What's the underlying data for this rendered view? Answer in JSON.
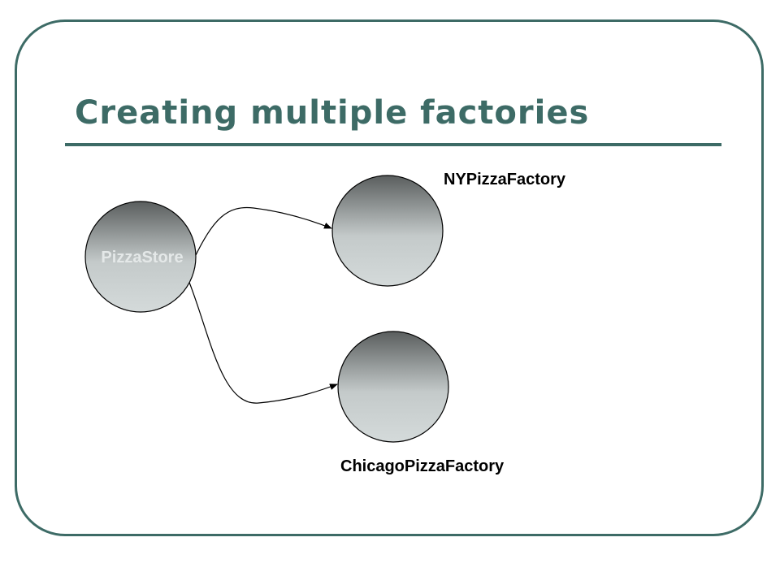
{
  "slide": {
    "title": "Creating multiple factories"
  },
  "diagram": {
    "nodes": [
      {
        "id": "pizza-store",
        "label": "PizzaStore"
      },
      {
        "id": "ny-pizza-factory",
        "label": "NYPizzaFactory"
      },
      {
        "id": "chicago-pizza-factory",
        "label": "ChicagoPizzaFactory"
      }
    ],
    "edges": [
      {
        "from": "pizza-store",
        "to": "ny-pizza-factory"
      },
      {
        "from": "pizza-store",
        "to": "chicago-pizza-factory"
      }
    ]
  },
  "colors": {
    "accent": "#3d6b66",
    "node_gradient_dark": "#5a5e5e",
    "node_gradient_light": "#d4dada"
  }
}
